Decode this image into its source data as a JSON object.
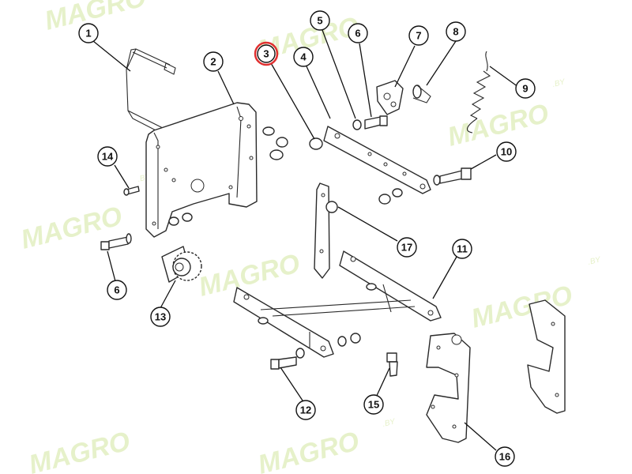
{
  "callouts": [
    {
      "id": "1",
      "label": "1"
    },
    {
      "id": "2",
      "label": "2"
    },
    {
      "id": "3",
      "label": "3",
      "highlight": true
    },
    {
      "id": "4",
      "label": "4"
    },
    {
      "id": "5",
      "label": "5"
    },
    {
      "id": "6a",
      "label": "6"
    },
    {
      "id": "7",
      "label": "7"
    },
    {
      "id": "8",
      "label": "8"
    },
    {
      "id": "9",
      "label": "9"
    },
    {
      "id": "10",
      "label": "10"
    },
    {
      "id": "11",
      "label": "11"
    },
    {
      "id": "12",
      "label": "12"
    },
    {
      "id": "13",
      "label": "13"
    },
    {
      "id": "14",
      "label": "14"
    },
    {
      "id": "15",
      "label": "15"
    },
    {
      "id": "16",
      "label": "16"
    },
    {
      "id": "17",
      "label": "17"
    },
    {
      "id": "6b",
      "label": "6"
    }
  ],
  "watermark": {
    "brand": "MAGRO",
    "suffix": ".BY"
  },
  "colors": {
    "highlight": "#e03030",
    "watermark": "#e4f0c4",
    "line": "#2a2a2a"
  }
}
